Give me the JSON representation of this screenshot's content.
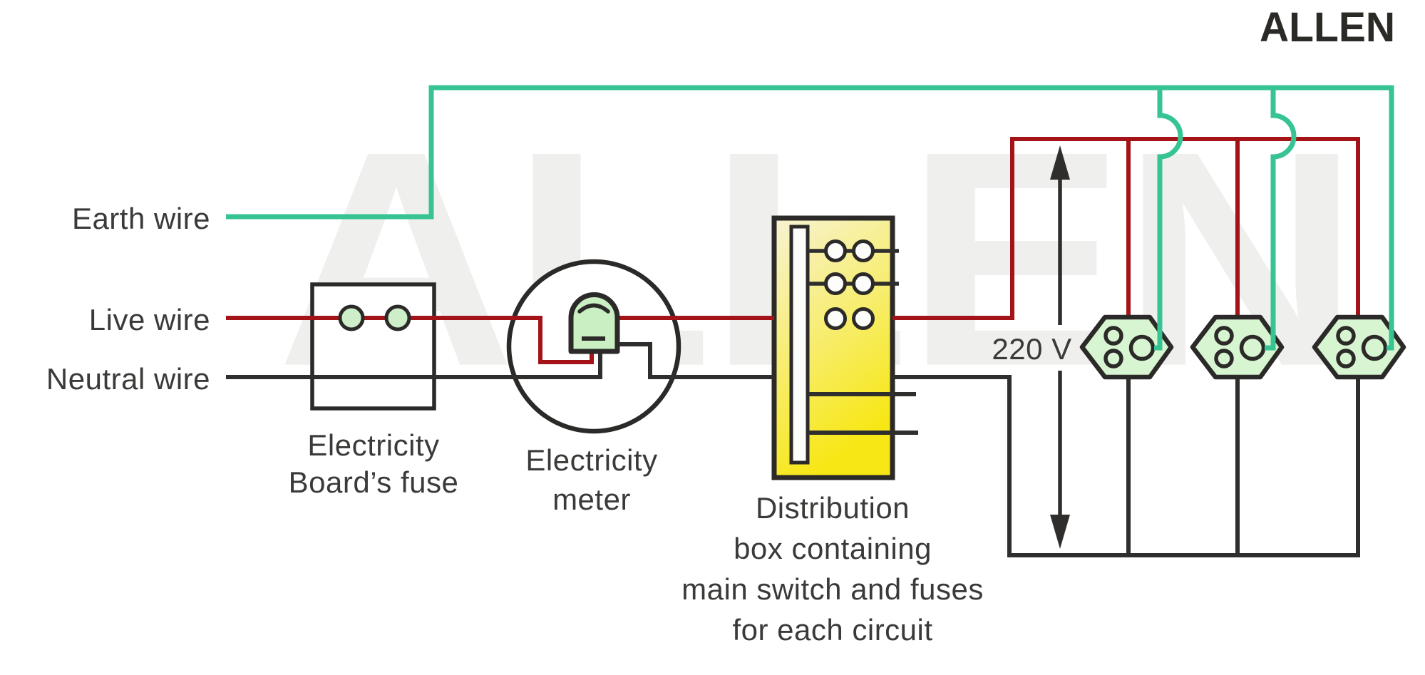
{
  "brand": {
    "logo_text": "ALLEN",
    "watermark_text": "ALLEN"
  },
  "labels": {
    "earth_wire": "Earth wire",
    "live_wire": "Live wire",
    "neutral_wire": "Neutral wire",
    "voltage": "220 V",
    "board_fuse": [
      "Electricity",
      "Board’s fuse"
    ],
    "meter": [
      "Electricity",
      "meter"
    ],
    "distribution": [
      "Distribution",
      "box containing",
      "main switch and fuses",
      "for each circuit"
    ]
  },
  "colors": {
    "wire_green": "#35c492",
    "wire_red": "#a31318",
    "wire_black": "#2f2e2c",
    "outline": "#2b2a28",
    "fill_socket_green": "#d8f5d1",
    "fill_meter_green": "#c9efc3",
    "fill_fuse_green": "#cdeec8",
    "box_yellow_top": "#f7f3d4",
    "box_yellow_bottom": "#f7e714",
    "white": "#ffffff",
    "text": "#3b3a38",
    "watermark": "#efefee",
    "logo": "#2b2a27"
  }
}
